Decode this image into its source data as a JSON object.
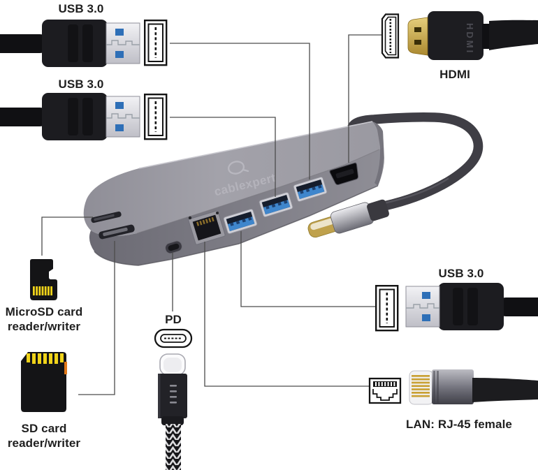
{
  "labels": {
    "usb3_top_1": "USB 3.0",
    "usb3_top_2": "USB 3.0",
    "hdmi": "HDMI",
    "microsd_reader": "MicroSD card\nreader/writer",
    "sd_reader": "SD card\nreader/writer",
    "pd": "PD",
    "usb3_right": "USB 3.0",
    "lan": "LAN: RJ-45 female"
  },
  "device": {
    "brand": "cablexpert",
    "hdmi_plug_marking": "HDMI"
  },
  "colors": {
    "background": "#ffffff",
    "hub_body_gray": "#97969e",
    "usb3_blue": "#3f86cc",
    "hdmi_plug_gold": "#c9a135",
    "card_contacts_yellow": "#f0d31a",
    "leader_line": "#4c4c4c",
    "label_text": "#1f1f1f"
  }
}
